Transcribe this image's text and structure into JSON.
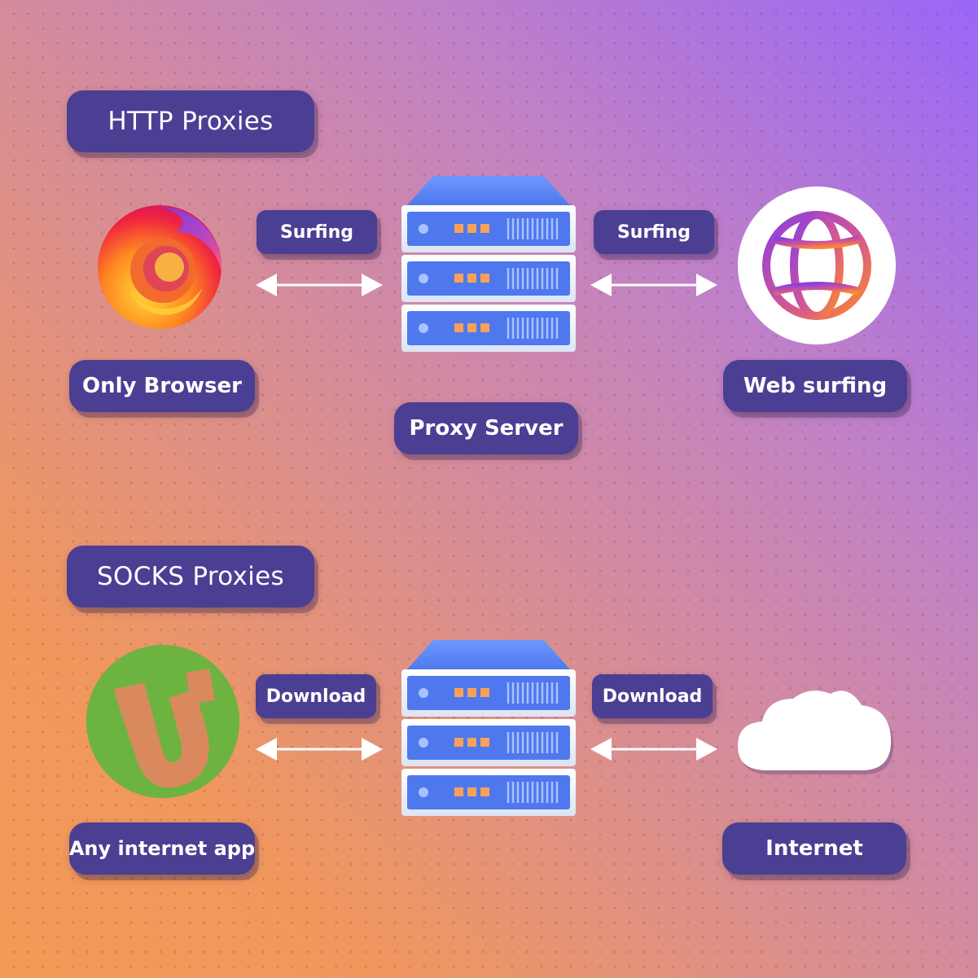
{
  "sections": {
    "http": {
      "title": "HTTP Proxies",
      "client_label": "Only Browser",
      "client_icon": "firefox-icon",
      "left_link_label": "Surfing",
      "right_link_label": "Surfing",
      "server_label": "Proxy Server",
      "target_label": "Web surfing",
      "target_icon": "globe-icon"
    },
    "socks": {
      "title": "SOCKS Proxies",
      "client_label": "Any internet app",
      "client_icon": "utorrent-icon",
      "left_link_label": "Download",
      "right_link_label": "Download",
      "target_label": "Internet",
      "target_icon": "cloud-icon"
    }
  },
  "colors": {
    "pill": "#4a3f93",
    "server_blue": "#5a83f5",
    "utorrent_green": "#6db33f"
  }
}
